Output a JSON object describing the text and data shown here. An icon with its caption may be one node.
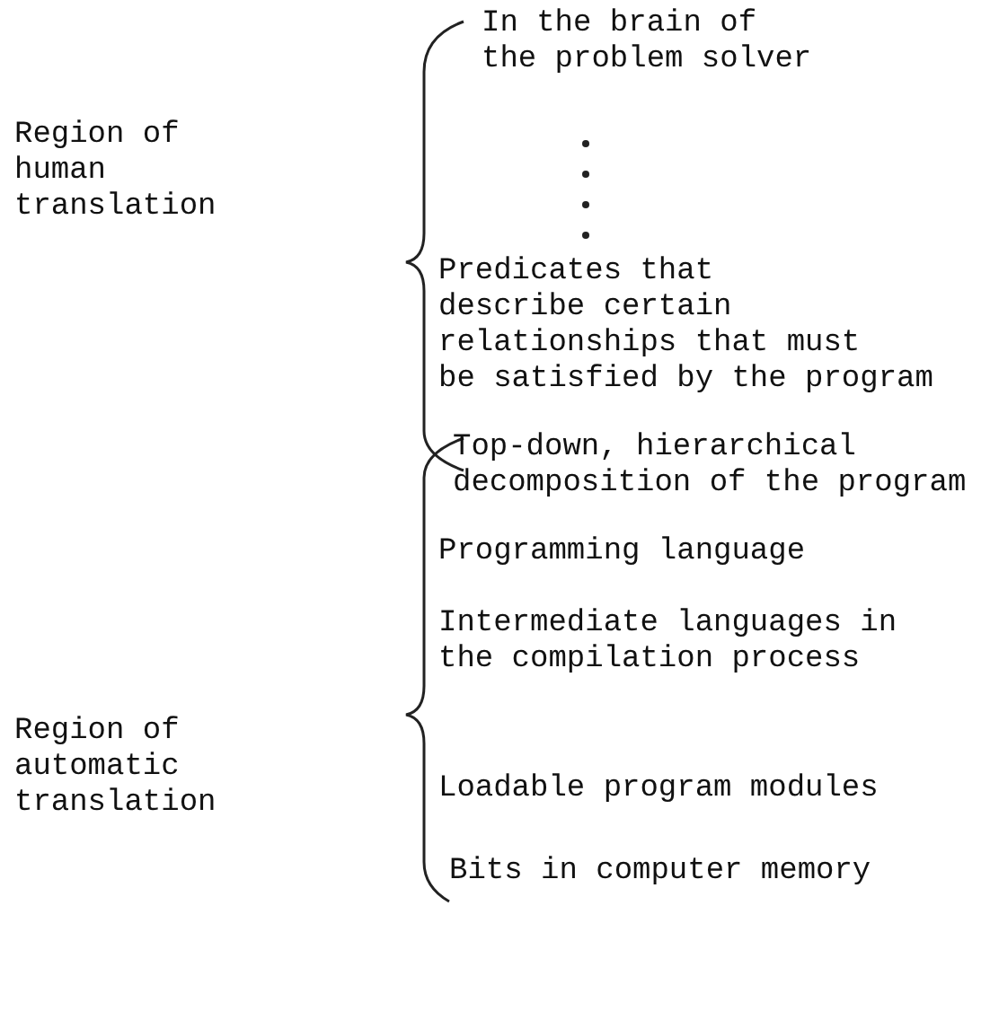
{
  "diagram": {
    "labels": [
      "In the brain of the problem solver",
      "Region of human translation",
      "Predicates that describe certain relationships that must be satisfied by the program",
      "Top-down, hierarchical decomposition of the program",
      "Programming language",
      "Intermediate languages in the compilation process",
      "Region of automatic translation",
      "Loadable program modules",
      "Bits in computer memory"
    ]
  }
}
